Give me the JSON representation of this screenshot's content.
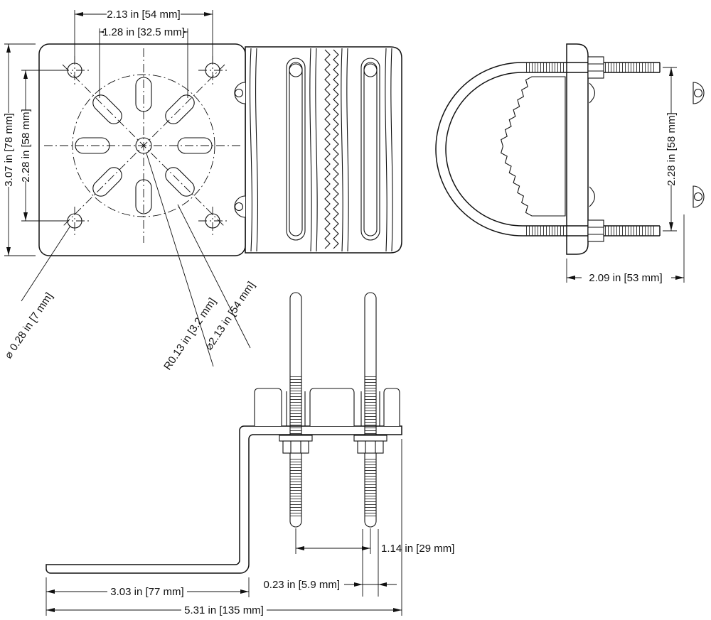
{
  "drawing": {
    "front_view": {
      "dim_bolt_pattern_width": "2.13 in [54 mm]",
      "dim_slot_span": "1.28 in [32.5 mm]",
      "dim_plate_height": "3.07 in [78 mm]",
      "dim_bolt_pattern_height": "2.28 in [58 mm]",
      "label_hole_diameter": "⌀ 0.28 in [7 mm]",
      "label_slot_radius": "R0.13 in [3.2 mm]",
      "label_bolt_circle_diameter": "⌀2.13 in [54 mm]"
    },
    "side_view": {
      "dim_ubolt_leg_spacing": "2.28 in [58 mm]",
      "dim_depth": "2.09 in [53 mm]"
    },
    "bottom_view": {
      "dim_bolt_spacing": "1.14 in [29 mm]",
      "dim_slot_width": "0.23 in [5.9 mm]",
      "dim_base_length": "3.03 in [77 mm]",
      "dim_overall_length": "5.31 in [135 mm]"
    }
  }
}
